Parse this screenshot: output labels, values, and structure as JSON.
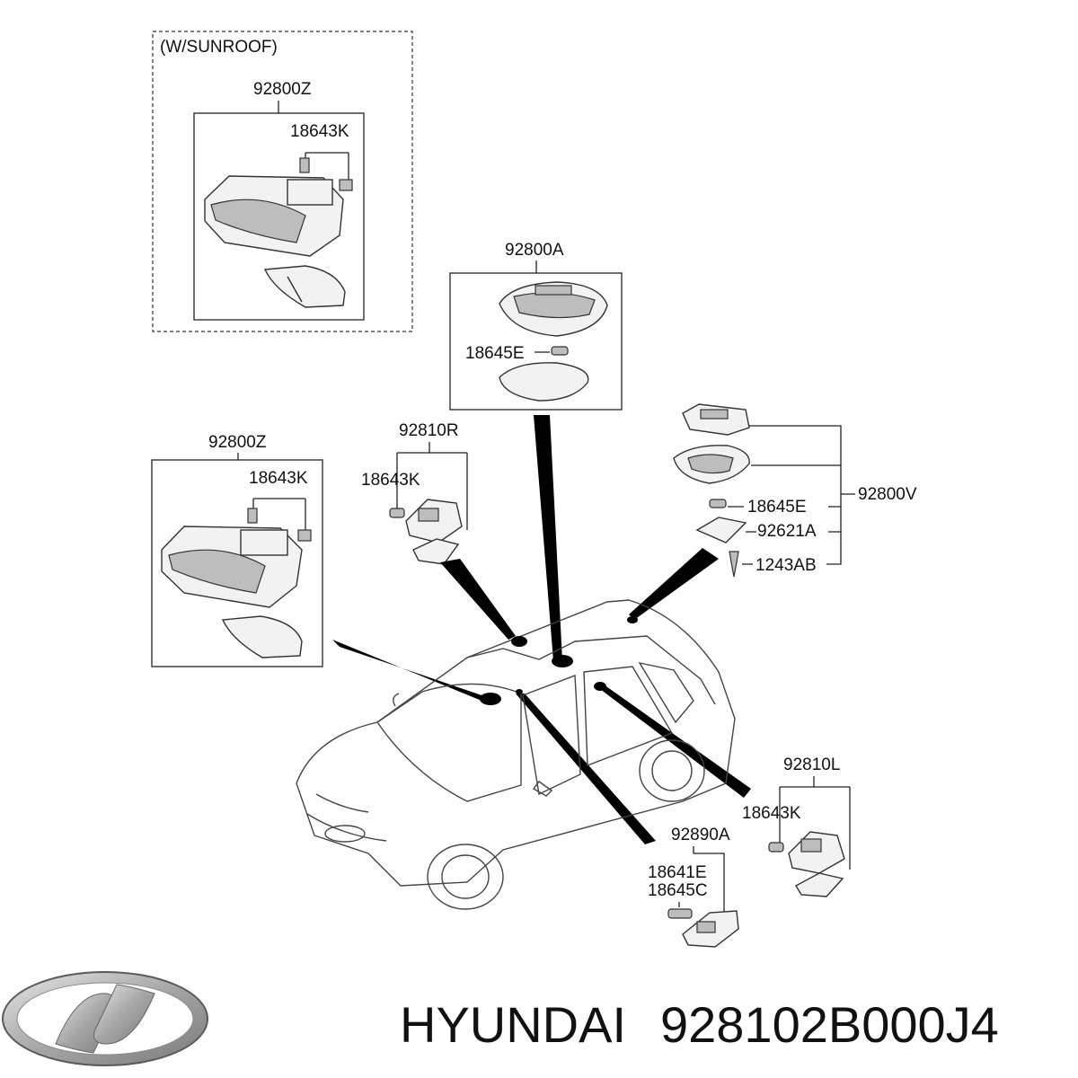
{
  "labels": {
    "sunroof_note": "(W/SUNROOF)",
    "p92800Z_top": "92800Z",
    "p18643K_top": "18643K",
    "p92800A": "92800A",
    "p18645E_center": "18645E",
    "p92800Z_left": "92800Z",
    "p18643K_left": "18643K",
    "p92810R": "92810R",
    "p18643K_mid": "18643K",
    "p92800V": "92800V",
    "p18645E_right": "18645E",
    "p92621A": "92621A",
    "p1243AB": "1243AB",
    "p92810L": "92810L",
    "p18643K_low": "18643K",
    "p92890A": "92890A",
    "p18641E": "18641E",
    "p18645C": "18645C"
  },
  "footer": {
    "brand": "HYUNDAI",
    "part_number": "928102B000J4"
  },
  "icons": {
    "logo": "hyundai-logo-icon"
  },
  "colors": {
    "ink": "#111111",
    "logo_silver": "#b8b8b8"
  }
}
